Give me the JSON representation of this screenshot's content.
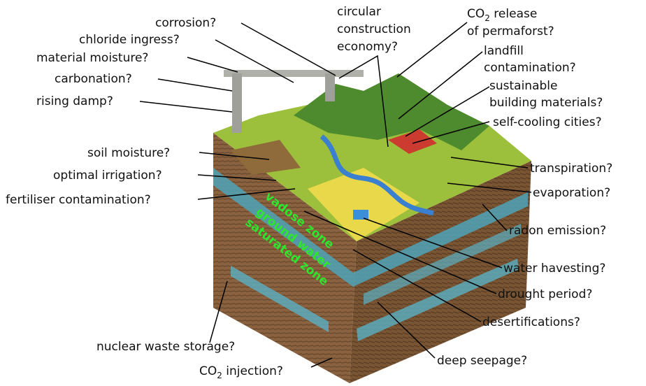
{
  "labels": {
    "corrosion": "corrosion?",
    "chloride": "chloride ingress?",
    "material_moisture": "material moisture?",
    "carbonation": "carbonation?",
    "rising_damp": "rising damp?",
    "circular": [
      "circular",
      "construction",
      "economy?"
    ],
    "co2_release": {
      "prefix": "CO",
      "sub": "2",
      "suffix": " release",
      "line2": "of permaforst?"
    },
    "landfill": [
      "landfill",
      "contamination?"
    ],
    "sustainable": [
      "sustainable",
      "building materials?"
    ],
    "self_cooling": "self-cooling cities?",
    "soil_moisture": "soil moisture?",
    "optimal_irrigation": "optimal irrigation?",
    "fertiliser": "fertiliser contamination?",
    "transpiration": "transpiration?",
    "evaporation": "evaporation?",
    "radon": "radon emission?",
    "water_harvesting": "water havesting?",
    "drought": "drought period?",
    "desertifications": "desertifications?",
    "deep_seepage": "deep seepage?",
    "nuclear_waste": "nuclear waste storage?",
    "co2_injection": {
      "prefix": "CO",
      "sub": "2",
      "suffix": " injection?"
    }
  },
  "zones": {
    "vadose": "vadose zone",
    "ground_water": "ground water",
    "saturated": "saturated zone"
  }
}
